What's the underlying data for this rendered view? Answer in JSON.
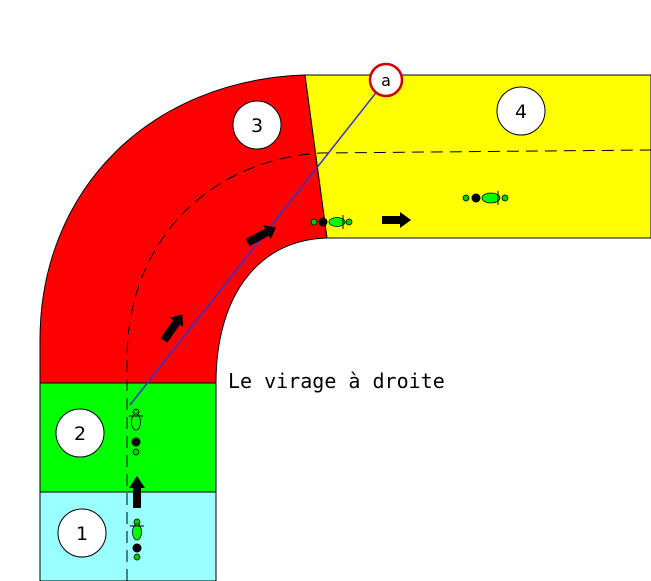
{
  "title": "Le virage à droite",
  "zones": [
    {
      "id": "1",
      "color": "#99ffff"
    },
    {
      "id": "2",
      "color": "#00ff00"
    },
    {
      "id": "3",
      "color": "#ff0000"
    },
    {
      "id": "4",
      "color": "#ffff00"
    }
  ],
  "reference_point": {
    "label": "a",
    "ring_color": "#cc0000"
  },
  "sight_line_color": "#3333cc"
}
